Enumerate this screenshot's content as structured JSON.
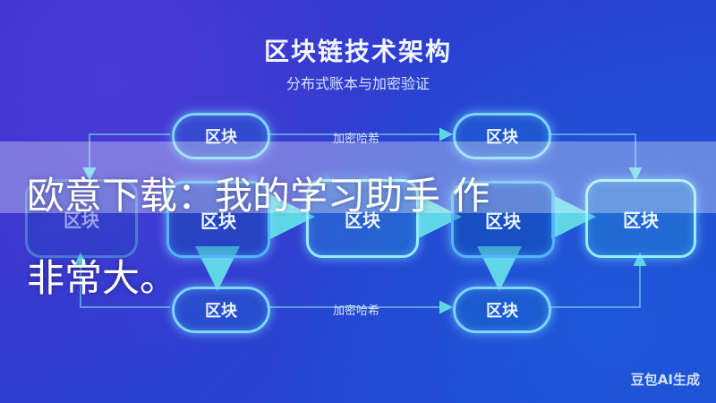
{
  "header": {
    "title": "区块链技术架构",
    "subtitle": "分布式账本与加密验证"
  },
  "diagram": {
    "block_label": "区块",
    "edge_label": "加密哈希"
  },
  "overlay": {
    "line1": "欧意下载：我的学习助手 作",
    "line2": "非常大。"
  },
  "watermark": "豆包AI生成",
  "colors": {
    "background": "#2b3fd0",
    "block_border": "#7ad7ff",
    "arrow": "#5fd6e6"
  }
}
